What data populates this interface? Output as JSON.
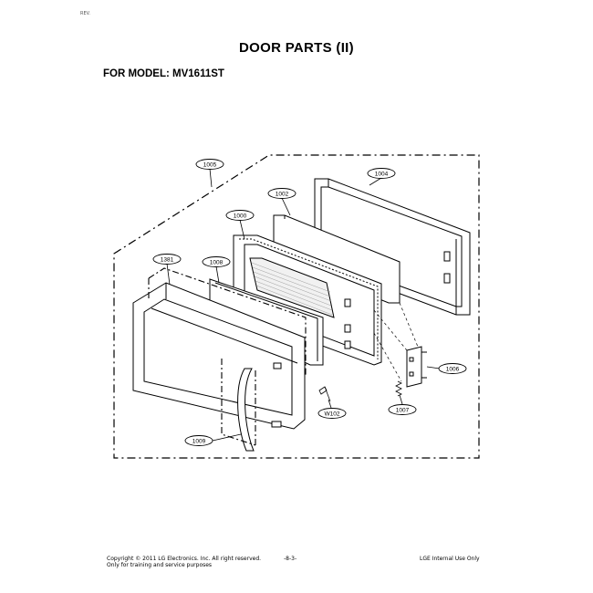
{
  "corner_tag": "REV.",
  "title": "DOOR PARTS (II)",
  "model_label": "FOR MODEL:",
  "model_number": "MV1611ST",
  "callouts": {
    "c1005": "1005",
    "c1004": "1004",
    "c1002": "1002",
    "c1000": "1000",
    "c1381": "1381",
    "c1008": "1008",
    "c1006": "1006",
    "c1007": "1007",
    "cW102": "W102",
    "c1009": "1009"
  },
  "footer": {
    "copyright": "Copyright © 2011 LG Electronics. Inc. All right reserved.",
    "training_note": "Only for training and service purposes",
    "page_number": "-8-3-",
    "internal_use": "LGE Internal Use Only"
  }
}
